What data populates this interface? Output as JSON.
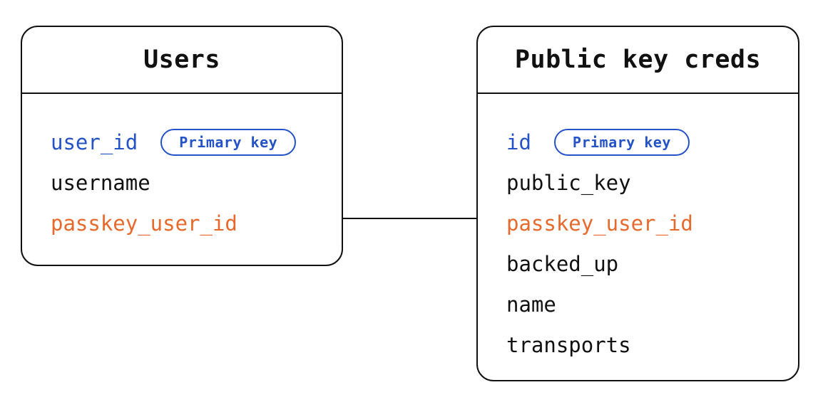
{
  "colors": {
    "primary_key": "#2452c7",
    "foreign_key": "#e8692c",
    "regular": "#111111"
  },
  "tables": [
    {
      "title": "Users",
      "fields": [
        {
          "name": "user_id",
          "kind": "primary",
          "badge": "Primary key"
        },
        {
          "name": "username",
          "kind": "regular"
        },
        {
          "name": "passkey_user_id",
          "kind": "foreign"
        }
      ]
    },
    {
      "title": "Public key creds",
      "fields": [
        {
          "name": "id",
          "kind": "primary",
          "badge": "Primary key"
        },
        {
          "name": "public_key",
          "kind": "regular"
        },
        {
          "name": "passkey_user_id",
          "kind": "foreign"
        },
        {
          "name": "backed_up",
          "kind": "regular"
        },
        {
          "name": "name",
          "kind": "regular"
        },
        {
          "name": "transports",
          "kind": "regular"
        }
      ]
    }
  ],
  "relationships": [
    {
      "from": "Users.passkey_user_id",
      "to": "Public key creds.passkey_user_id"
    }
  ]
}
